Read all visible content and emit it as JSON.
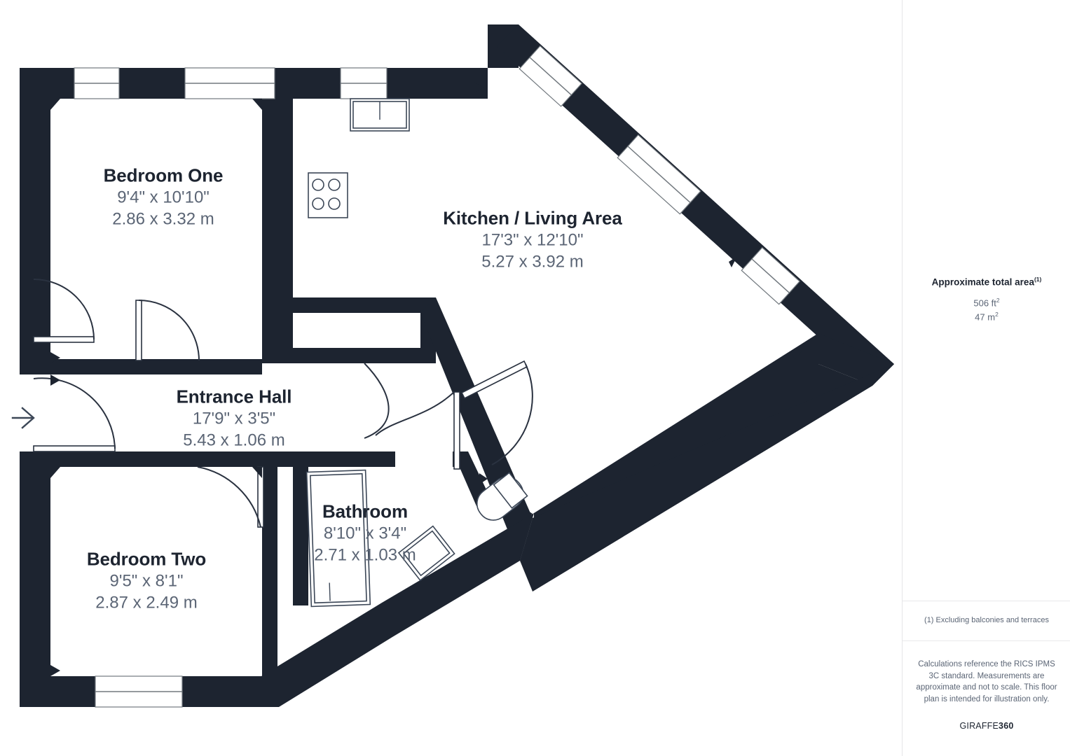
{
  "document_type": "floor-plan",
  "colors": {
    "wall": "#1d2430",
    "room_name": "#1d2430",
    "room_dim": "#5b6575",
    "background": "#ffffff",
    "divider": "#e6e6e8",
    "fixture_stroke": "#3c4757"
  },
  "rooms": [
    {
      "key": "bedroom_one",
      "name": "Bedroom One",
      "dim_imperial": "9'4\" x 10'10\"",
      "dim_metric": "2.86 x 3.32 m"
    },
    {
      "key": "kitchen_living",
      "name": "Kitchen / Living Area",
      "dim_imperial": "17'3\" x 12'10\"",
      "dim_metric": "5.27 x 3.92 m"
    },
    {
      "key": "entrance_hall",
      "name": "Entrance Hall",
      "dim_imperial": "17'9\" x 3'5\"",
      "dim_metric": "5.43 x 1.06 m"
    },
    {
      "key": "bathroom",
      "name": "Bathroom",
      "dim_imperial": "8'10\" x 3'4\"",
      "dim_metric": "2.71 x 1.03 m"
    },
    {
      "key": "bedroom_two",
      "name": "Bedroom Two",
      "dim_imperial": "9'5\" x 8'1\"",
      "dim_metric": "2.87 x 2.49 m"
    }
  ],
  "sidebar": {
    "area_title": "Approximate total area",
    "area_title_sup": "(1)",
    "area_sqft": "506 ft",
    "area_sqft_sup": "2",
    "area_sqm": "47 m",
    "area_sqm_sup": "2",
    "footnote": "(1) Excluding balconies and terraces",
    "disclaimer": "Calculations reference the RICS IPMS 3C standard. Measurements are approximate and not to scale. This floor plan is intended for illustration only.",
    "brand_light": "GIRAFFE",
    "brand_bold": "360"
  },
  "features": {
    "entrance_arrow": "entrance-direction-arrow",
    "kitchen_hob": "hob-4-burner",
    "kitchen_sink": "sink",
    "bathroom_bath": "bathtub",
    "bathroom_toilet": "toilet",
    "bathroom_basin": "wash-basin",
    "windows_count": 7,
    "doors_count": 5
  }
}
